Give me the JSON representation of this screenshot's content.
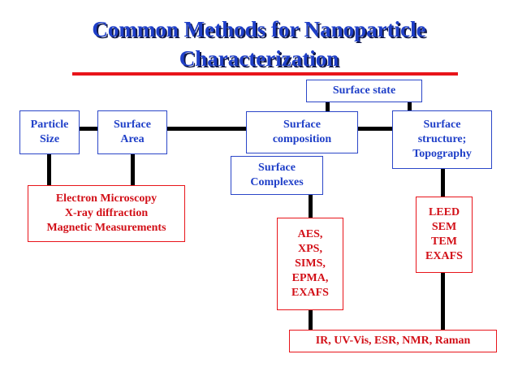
{
  "title": {
    "line1": "Common Methods for Nanoparticle",
    "line2": "Characterization"
  },
  "nodes": {
    "surface_state": "Surface state",
    "particle_size": "Particle\nSize",
    "surface_area": "Surface\nArea",
    "surface_composition": "Surface\ncomposition",
    "surface_structure": "Surface\nstructure;\nTopography",
    "surface_complexes": "Surface\nComplexes"
  },
  "methods": {
    "microscopy": "Electron Microscopy\nX-ray diffraction\nMagnetic Measurements",
    "composition": "AES,\nXPS,\nSIMS,\nEPMA,\nEXAFS",
    "structure": "LEED\nSEM\nTEM\nEXAFS",
    "spectroscopy": "IR, UV-Vis, ESR, NMR, Raman"
  },
  "colors": {
    "title": "#1f3fc8",
    "box_border": "#2b46c8",
    "method_border": "#e8141a",
    "method_text": "#d21018",
    "connector": "#000000"
  }
}
